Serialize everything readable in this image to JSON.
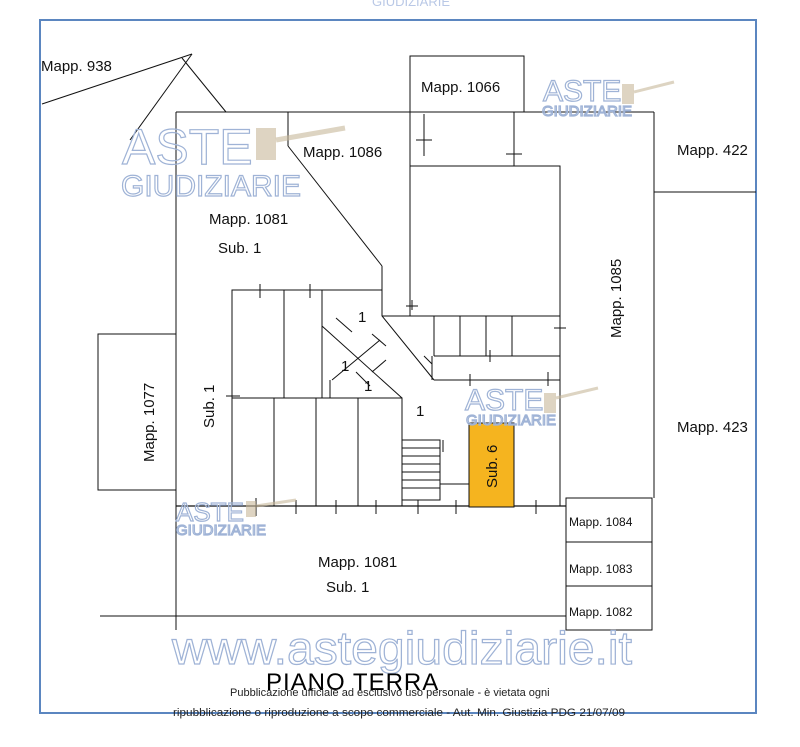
{
  "watermark": {
    "brand_top": "ASTE",
    "brand_bottom": "GIUDIZIARIE",
    "website": "www.astegiudiziarie.it"
  },
  "parcels": {
    "mapp_938": "Mapp. 938",
    "mapp_1066": "Mapp. 1066",
    "mapp_1086": "Mapp. 1086",
    "mapp_422": "Mapp. 422",
    "mapp_1081_top": "Mapp. 1081",
    "sub_1_top": "Sub. 1",
    "mapp_1085": "Mapp. 1085",
    "mapp_1077": "Mapp. 1077",
    "sub_1_left": "Sub. 1",
    "mapp_423": "Mapp. 423",
    "mapp_1084": "Mapp. 1084",
    "mapp_1081_bottom": "Mapp. 1081",
    "sub_1_bottom": "Sub. 1",
    "mapp_1083": "Mapp. 1083",
    "mapp_1082": "Mapp. 1082",
    "sub_6": "Sub. 6"
  },
  "markers": {
    "one_a": "1",
    "one_b": "1",
    "one_c": "1",
    "one_d": "1"
  },
  "colors": {
    "highlight": "#f5b41f",
    "frame": "#5b86c0"
  },
  "plan": {
    "title": "PIANO TERRA",
    "footer_line1": "Pubblicazione ufficiale ad esclusivo uso personale - è vietata ogni",
    "footer_line2": "ripubblicazione o riproduzione a scopo commerciale - Aut. Min. Giustizia PDG 21/07/09"
  }
}
